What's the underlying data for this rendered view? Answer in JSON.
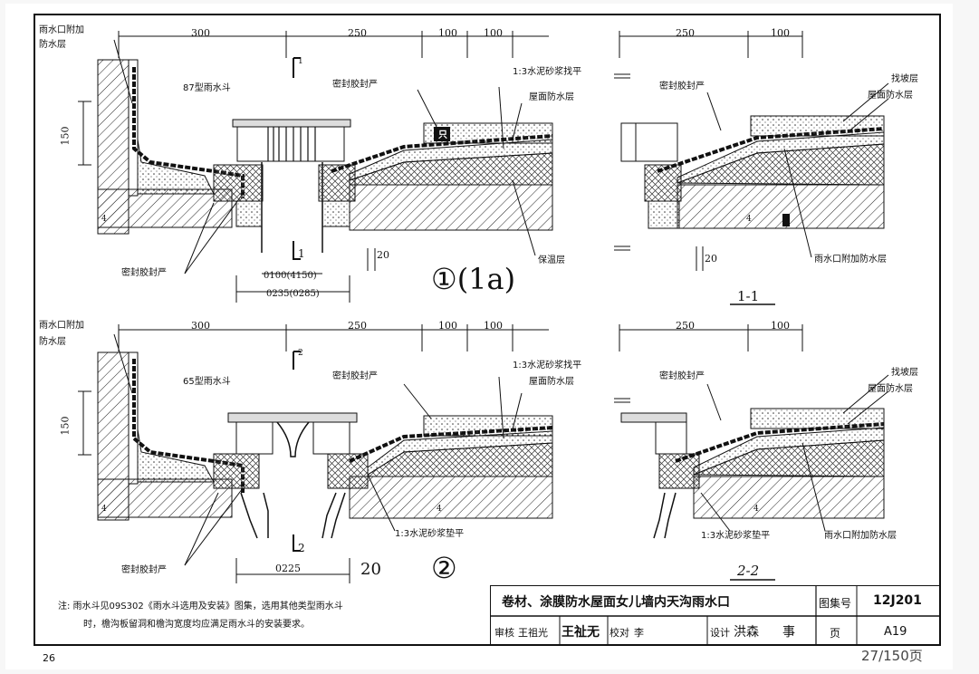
{
  "labels": {
    "parapet_extra_1": "雨水口附加",
    "parapet_extra_2": "防水层",
    "drain_87": "87型雨水斗",
    "drain_65": "65型雨水斗",
    "sealant": "密封胶封严",
    "mortar_level": "1:3水泥砂浆找平",
    "roof_waterproof": "屋面防水层",
    "slope_layer": "找坡层",
    "insulation": "保温层",
    "extra_waterproof": "雨水口附加防水层",
    "mortar_pad": "1:3水泥砂浆垫平",
    "only": "只"
  },
  "dimensions": {
    "d300": "300",
    "d250": "250",
    "d100": "100",
    "d150": "150",
    "d20": "20",
    "d0100": "0100(4150)",
    "d0235": "0235(0285)",
    "d0225": "0225",
    "d4": "4"
  },
  "sections": {
    "s1": "1",
    "s2": "2",
    "sec_1_1": "1-1",
    "sec_2_2": "2-2",
    "detail_1": "①(1a)",
    "detail_2": "②"
  },
  "note": {
    "line1": "注: 雨水斗见09S302《雨水斗选用及安装》图集，选用其他类型雨水斗",
    "line2": "时，檐沟板留洞和檐沟宽度均应满足雨水斗的安装要求。"
  },
  "title_block": {
    "title": "卷材、涂膜防水屋面女儿墙内天沟雨水口",
    "atlas_label": "图集号",
    "atlas_no": "12J201",
    "review": "审核",
    "reviewer": "王祖光",
    "reviewer_sign": "王祉无",
    "check": "校对",
    "checker": "李",
    "design": "设计",
    "designer": "洪森",
    "designer_sign": "事",
    "page_label": "页",
    "page_no": "A19"
  },
  "page": {
    "sheet_no": "26",
    "counter": "27/150页"
  }
}
